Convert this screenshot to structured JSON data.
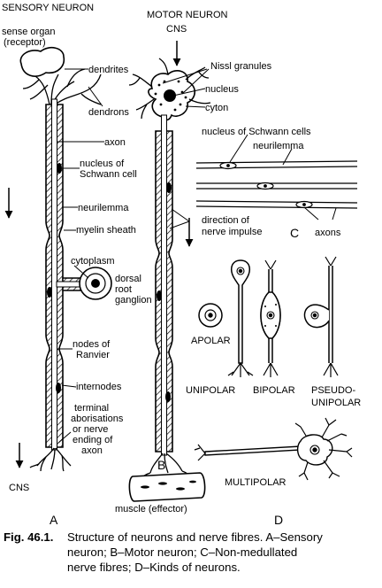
{
  "labels": {
    "sensory_neuron": "SENSORY NEURON",
    "sense_organ_1": "sense organ",
    "sense_organ_2": "(receptor)",
    "motor_neuron": "MOTOR NEURON",
    "cns_top": "CNS",
    "dendrites": "dendrites",
    "nissl": "Nissl granules",
    "nucleus": "nucleus",
    "cyton": "cyton",
    "dendrons": "dendrons",
    "axon": "axon",
    "nucleus_schwann_1": "nucleus of",
    "nucleus_schwann_2": "Schwann cell",
    "nucleus_schwann_cells": "nucleus of Schwann cells",
    "neurilemma_c": "neurilemma",
    "neurilemma": "neurilemma",
    "myelin": "myelin sheath",
    "direction_1": "direction of",
    "direction_2": "nerve impulse",
    "c_letter": "C",
    "axons": "axons",
    "cytoplasm": "cytoplasm",
    "dorsal_1": "dorsal",
    "dorsal_2": "root",
    "dorsal_3": "ganglion",
    "apolar": "APOLAR",
    "nodes_1": "nodes of",
    "nodes_2": "Ranvier",
    "internodes": "internodes",
    "unipolar": "UNIPOLAR",
    "bipolar": "BIPOLAR",
    "pseudo_1": "PSEUDO-",
    "pseudo_2": "UNIPOLAR",
    "terminal_1": "terminal",
    "terminal_2": "aborisations",
    "terminal_3": "or nerve",
    "terminal_4": "ending of",
    "terminal_5": "axon",
    "b_letter": "B",
    "multipolar": "MULTIPOLAR",
    "cns_bottom": "CNS",
    "muscle": "muscle (effector)",
    "a_letter": "A",
    "d_letter": "D"
  },
  "caption": {
    "number": "Fig. 46.1.",
    "line1": "Structure of neurons and nerve fibres. A–Sensory",
    "line2": "neuron; B–Motor neuron; C–Non-medullated",
    "line3": "nerve fibres; D–Kinds of neurons."
  }
}
